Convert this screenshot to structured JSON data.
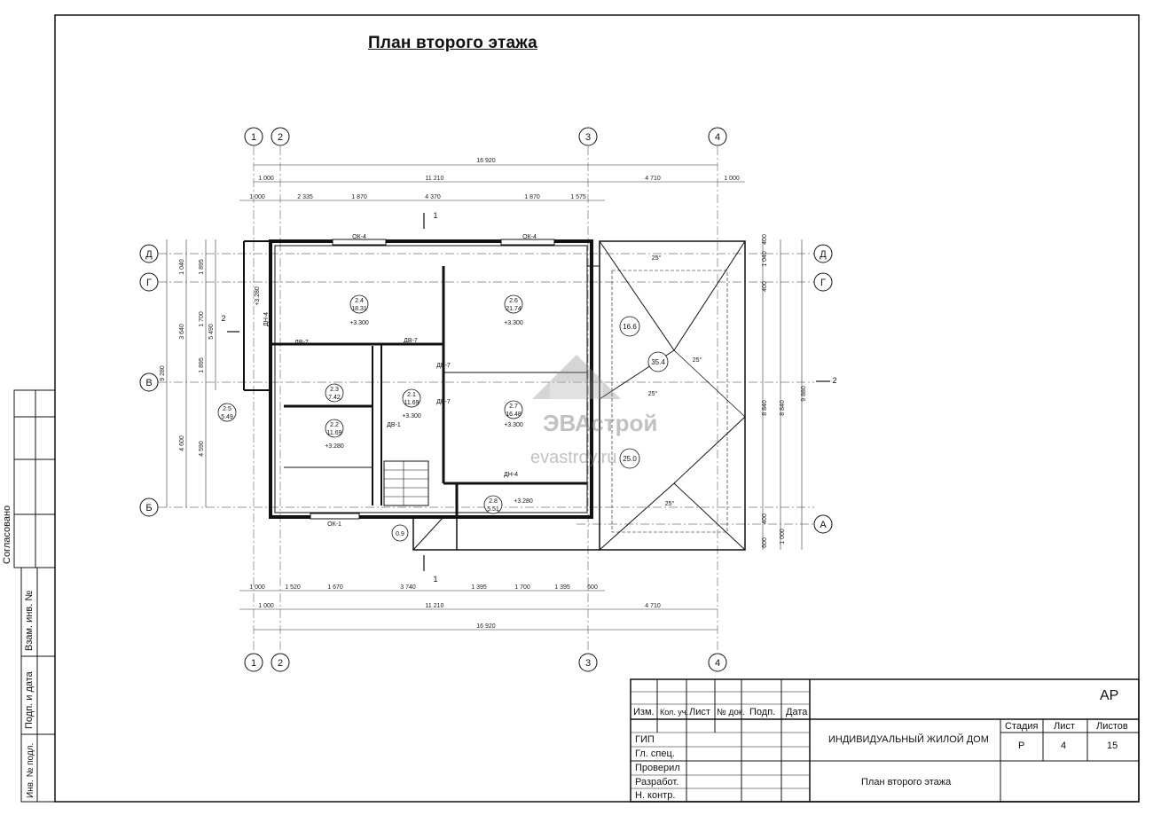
{
  "sheet": {
    "title": "План второго этажа"
  },
  "axes": {
    "columns": [
      "1",
      "2",
      "3",
      "4"
    ],
    "rows": [
      "Д",
      "Г",
      "В",
      "Б",
      "А"
    ]
  },
  "dimensions": {
    "top_total": "16 920",
    "top_mid": [
      "1 000",
      "11 210",
      "4 710",
      "1 000"
    ],
    "top_inner": [
      "1 000",
      "2 335",
      "1 870",
      "4 370",
      "1 870",
      "1 575"
    ],
    "bottom_inner": [
      "1 000",
      "1 520",
      "1 670",
      "3 740",
      "1 395",
      "1 700",
      "1 395",
      "600"
    ],
    "bottom_mid": [
      "1 000",
      "11 210",
      "4 710"
    ],
    "bottom_total": "16 920",
    "left_total": "9 280",
    "left_parts": [
      "1 040",
      "1 895",
      "3 640",
      "1 700",
      "5 490",
      "1 895",
      "4 600",
      "4 590"
    ],
    "right_total": "9 880",
    "right_parts": [
      "400",
      "1 040",
      "400",
      "8 840",
      "8 840",
      "400",
      "600",
      "1 000"
    ]
  },
  "rooms": [
    {
      "id": "2.4",
      "area": "18.31",
      "level": "+3.300"
    },
    {
      "id": "2.6",
      "area": "21.74",
      "level": "+3.300"
    },
    {
      "id": "2.3",
      "area": "7.42",
      "level": ""
    },
    {
      "id": "2.1",
      "area": "11.69",
      "level": "+3.300"
    },
    {
      "id": "2.7",
      "area": "16.48",
      "level": "+3.300"
    },
    {
      "id": "2.2",
      "area": "11.69",
      "level": "+3.280"
    },
    {
      "id": "2.5",
      "area": "5.49",
      "level": ""
    },
    {
      "id": "2.8",
      "area": "5.51",
      "level": "+3.280"
    }
  ],
  "roof": {
    "areas": [
      "16.6",
      "35.4",
      "25.0",
      "0.9"
    ],
    "slope": "25°"
  },
  "labels": {
    "windows": [
      "ОК-4",
      "ОК-4",
      "ОК-1"
    ],
    "doors": [
      "ДВ-7",
      "ДВ-7",
      "ДВ-7",
      "ДВ-7",
      "ДВ-1",
      "ДН-4",
      "ДН-4"
    ],
    "section_marks": [
      "1",
      "1",
      "2",
      "2"
    ],
    "level_left": "+3.280"
  },
  "watermark": {
    "brand": "ЭВАстрой",
    "site": "evastroy.ru"
  },
  "side_stamp": {
    "agreed": "Согласовано",
    "inv_replace": "Взам. инв. №",
    "sign_date": "Подп. и дата",
    "inv_orig": "Инв. № подл."
  },
  "title_block": {
    "code": "АР",
    "headers": [
      "Изм.",
      "Кол. уч.",
      "Лист",
      "№ док.",
      "Подп.",
      "Дата"
    ],
    "roles": [
      "ГИП",
      "Гл. спец.",
      "Проверил",
      "Разработ.",
      "Н. контр."
    ],
    "project": "ИНДИВИДУАЛЬНЫЙ ЖИЛОЙ ДОМ",
    "sheet_name": "План второго этажа",
    "stage_label": "Стадия",
    "sheet_label": "Лист",
    "sheets_label": "Листов",
    "stage": "Р",
    "sheet_no": "4",
    "sheets_total": "15"
  }
}
